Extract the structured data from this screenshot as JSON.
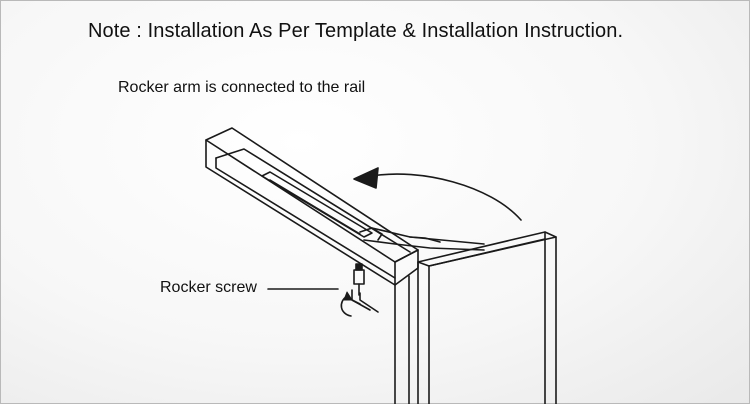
{
  "note": {
    "title": "Note : Installation As Per Template & Installation Instruction."
  },
  "diagram": {
    "subtitle": "Rocker arm is connected to the rail",
    "callout_label": "Rocker screw"
  }
}
